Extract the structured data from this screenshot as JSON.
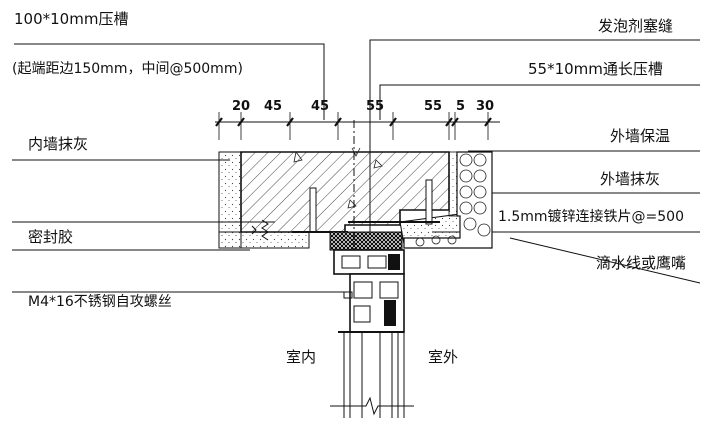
{
  "labels": {
    "top_groove": "100*10mm压槽",
    "top_groove_note": "(起端距边150mm，中间@500mm)",
    "foam_sealant": "发泡剂塞缝",
    "through_groove": "55*10mm通长压槽",
    "inner_plaster": "内墙抹灰",
    "outer_insulation": "外墙保温",
    "outer_plaster": "外墙抹灰",
    "steel_plate": "1.5mm镀锌连接铁片@=500",
    "sealant": "密封胶",
    "drip_line": "滴水线或鹰嘴",
    "screw": "M4*16不锈钢自攻螺丝",
    "indoor": "室内",
    "outdoor": "室外"
  },
  "dimensions": [
    "20",
    "45",
    "45",
    "55",
    "55",
    "5",
    "30"
  ],
  "colors": {
    "ink": "#111111",
    "hatch": "#333333",
    "background": "#ffffff"
  }
}
